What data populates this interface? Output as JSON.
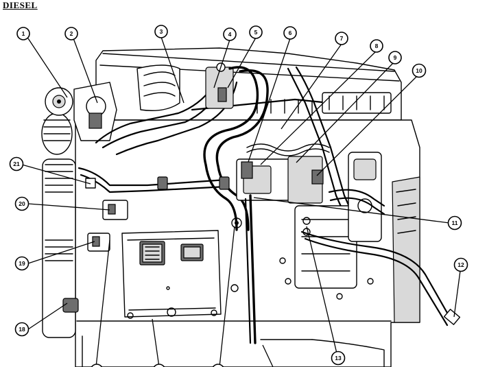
{
  "title": "DIESEL",
  "callouts": [
    {
      "id": "1",
      "label": "1"
    },
    {
      "id": "2",
      "label": "2"
    },
    {
      "id": "3",
      "label": "3"
    },
    {
      "id": "4",
      "label": "4"
    },
    {
      "id": "5",
      "label": "5"
    },
    {
      "id": "6",
      "label": "6"
    },
    {
      "id": "7",
      "label": "7"
    },
    {
      "id": "8",
      "label": "8"
    },
    {
      "id": "9",
      "label": "9"
    },
    {
      "id": "10",
      "label": "10"
    },
    {
      "id": "11",
      "label": "11"
    },
    {
      "id": "12",
      "label": "12"
    },
    {
      "id": "13",
      "label": "13"
    },
    {
      "id": "18",
      "label": "18"
    },
    {
      "id": "19",
      "label": "19"
    },
    {
      "id": "20",
      "label": "20"
    },
    {
      "id": "21",
      "label": "21"
    }
  ]
}
